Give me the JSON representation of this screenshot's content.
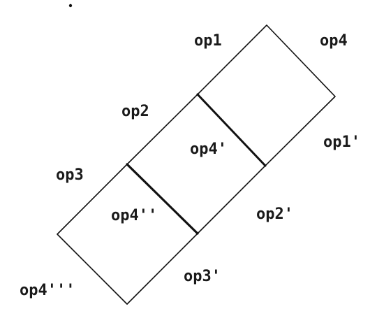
{
  "labels": {
    "op1": "op1",
    "op4": "op4",
    "op2": "op2",
    "op1_prime": "op1'",
    "op4_prime": "op4'",
    "op3": "op3",
    "op2_prime": "op2'",
    "op4_double_prime": "op4''",
    "op3_prime": "op3'",
    "op4_triple_prime": "op4'''"
  },
  "colors": {
    "stroke": "#111111",
    "text": "#1a1a1a",
    "background": "#ffffff"
  }
}
